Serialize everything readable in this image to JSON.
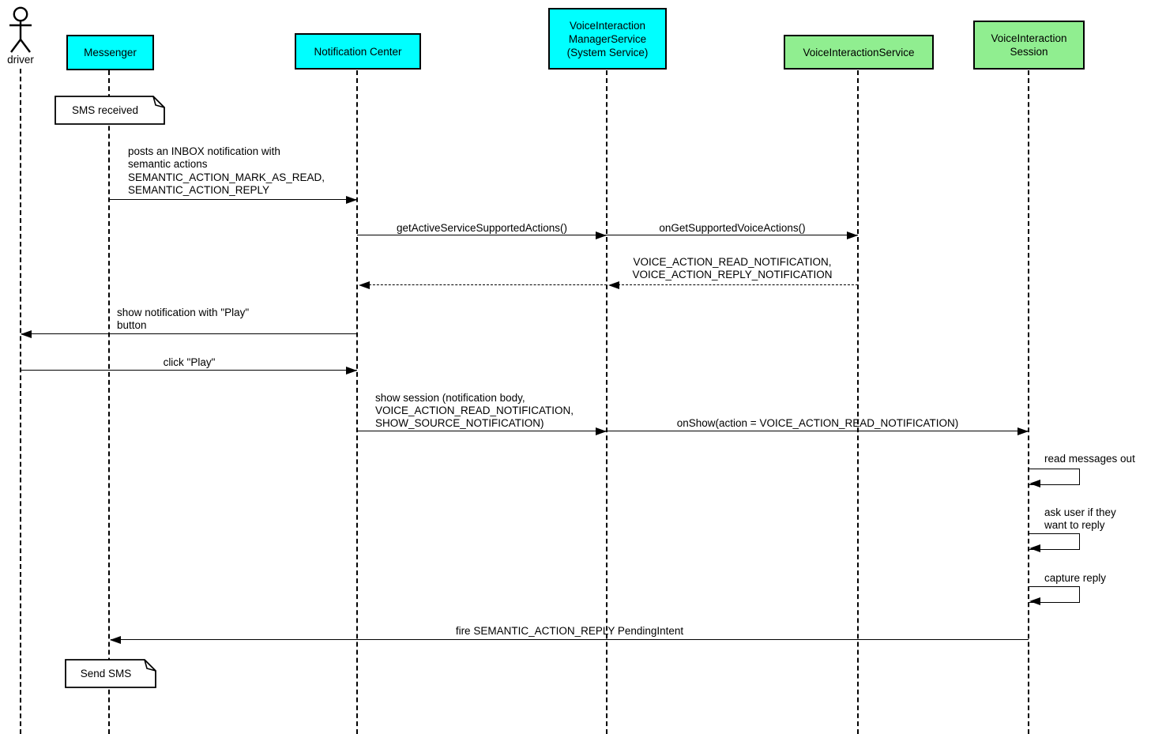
{
  "diagram": {
    "title": "voice interaction notification sequence diagram",
    "actor": {
      "label": "driver"
    },
    "participants": {
      "messenger": {
        "label": "Messenger",
        "color": "#00ffff"
      },
      "notification_center": {
        "label": "Notification Center",
        "color": "#00ffff"
      },
      "vims": {
        "label": "VoiceInteraction\nManagerService\n(System Service)",
        "color": "#00ffff"
      },
      "vis": {
        "label": "VoiceInteractionService",
        "color": "#90ee90"
      },
      "visession": {
        "label": "VoiceInteraction\nSession",
        "color": "#90ee90"
      }
    },
    "notes": {
      "sms_received": {
        "label": "SMS received"
      },
      "send_sms": {
        "label": "Send SMS"
      }
    },
    "messages": {
      "posts_inbox": {
        "label": "posts an INBOX notification with\nsemantic actions\nSEMANTIC_ACTION_MARK_AS_READ,\nSEMANTIC_ACTION_REPLY"
      },
      "get_active_actions": {
        "label": "getActiveServiceSupportedActions()"
      },
      "on_get_supported": {
        "label": "onGetSupportedVoiceActions()"
      },
      "voice_actions_return": {
        "label": "VOICE_ACTION_READ_NOTIFICATION,\nVOICE_ACTION_REPLY_NOTIFICATION"
      },
      "show_notification": {
        "label": "show notification with \"Play\"\nbutton"
      },
      "click_play": {
        "label": "click \"Play\""
      },
      "show_session": {
        "label": "show session (notification body,\nVOICE_ACTION_READ_NOTIFICATION,\nSHOW_SOURCE_NOTIFICATION)"
      },
      "on_show": {
        "label": "onShow(action = VOICE_ACTION_READ_NOTIFICATION)"
      },
      "read_messages": {
        "label": "read messages out"
      },
      "ask_user": {
        "label": "ask user if they\nwant to reply"
      },
      "capture_reply": {
        "label": "capture reply"
      },
      "fire_reply": {
        "label": "fire SEMANTIC_ACTION_REPLY PendingIntent"
      }
    },
    "colors": {
      "system_component": "#00ffff",
      "service_component": "#90ee90",
      "line": "#000000",
      "background": "#ffffff"
    }
  }
}
